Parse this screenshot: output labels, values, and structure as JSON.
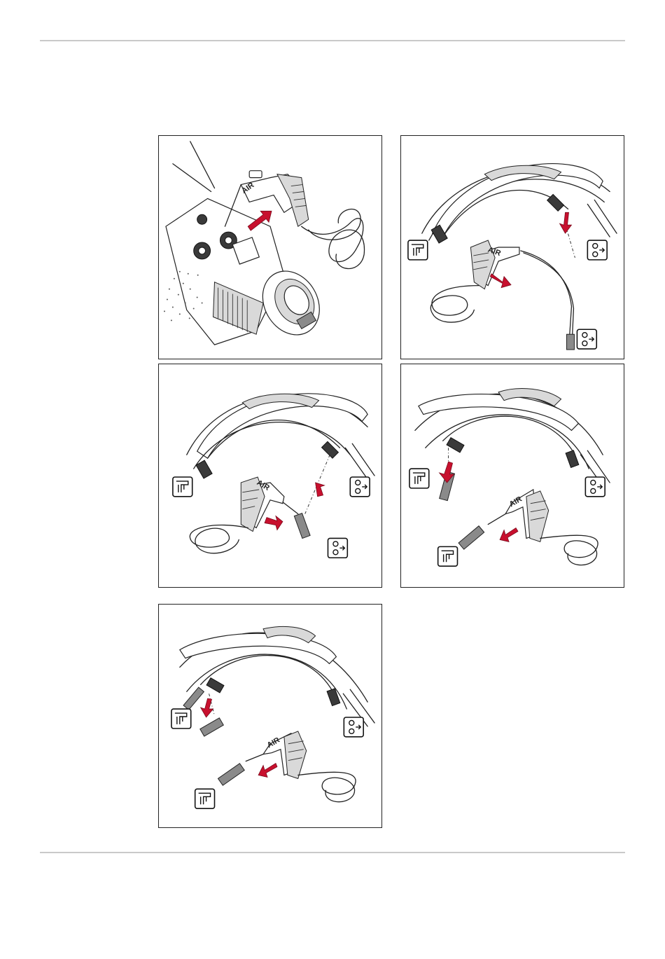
{
  "panels": [
    {
      "id": "panel-1",
      "gun_label": "AIR"
    },
    {
      "id": "panel-2",
      "gun_label": "AIR"
    },
    {
      "id": "panel-3",
      "gun_label": "AIR"
    },
    {
      "id": "panel-4",
      "gun_label": "AIR"
    },
    {
      "id": "panel-5",
      "gun_label": "AIR"
    }
  ],
  "colors": {
    "arrow": "#c8102e",
    "ink": "#222222",
    "rule": "#c9c9c9"
  },
  "icons": [
    "air-gun-icon",
    "wire-feed-icon"
  ]
}
